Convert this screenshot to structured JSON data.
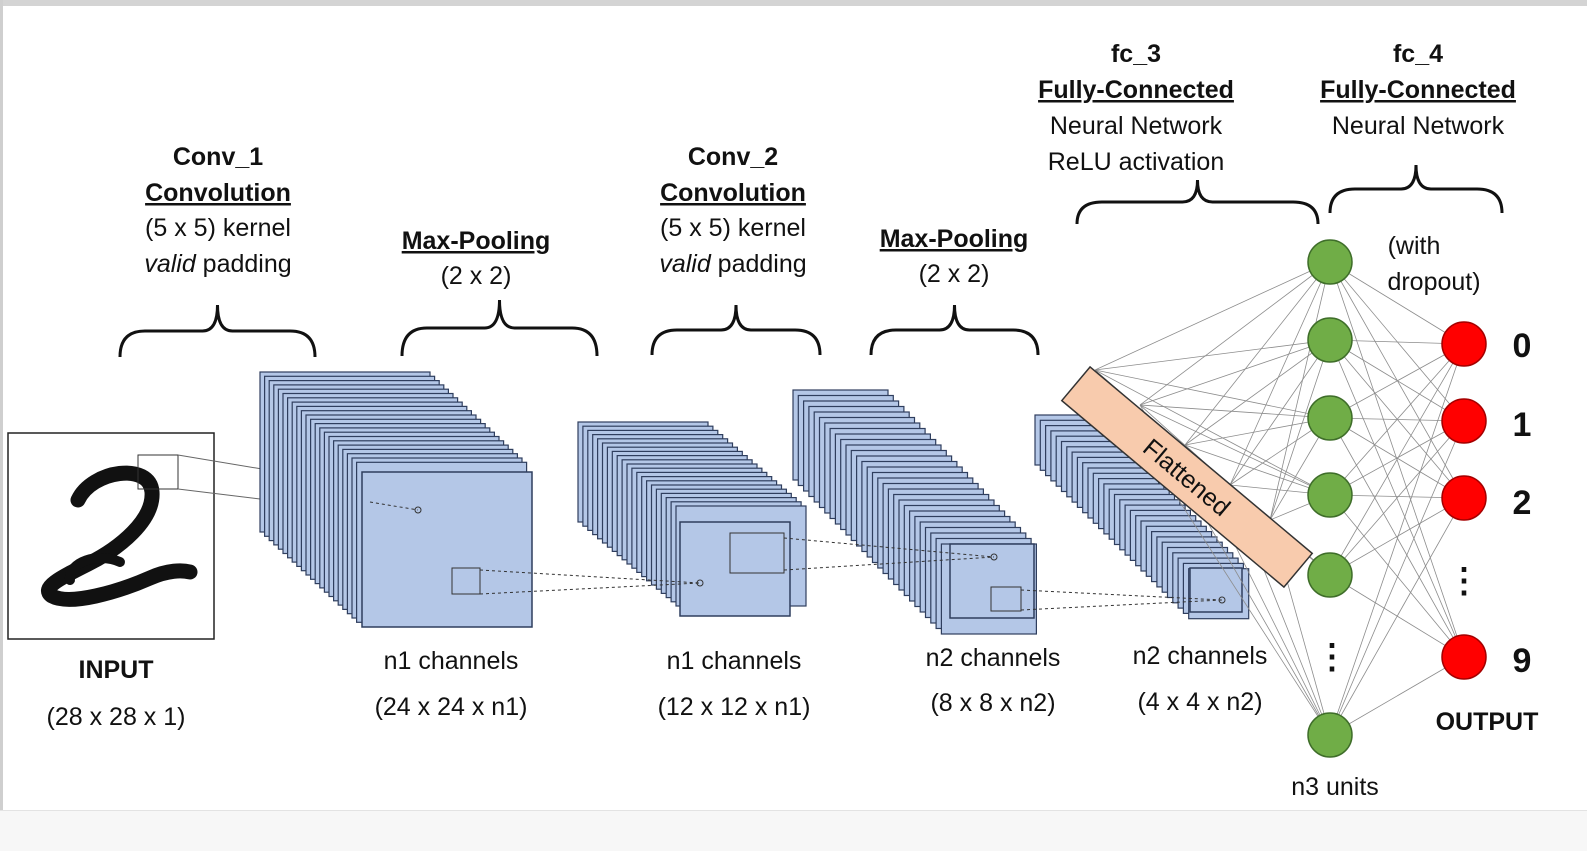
{
  "input": {
    "title": "INPUT",
    "dims": "(28 x 28 x 1)"
  },
  "conv1": {
    "name": "Conv_1",
    "op": "Convolution",
    "kernel": "(5 x 5) kernel",
    "padding_em": "valid",
    "padding_rest": " padding",
    "channels": "n1 channels",
    "dims": "(24 x 24 x n1)"
  },
  "pool1": {
    "op": "Max-Pooling",
    "size": "(2 x 2)",
    "channels": "n1 channels",
    "dims": "(12 x 12 x n1)"
  },
  "conv2": {
    "name": "Conv_2",
    "op": "Convolution",
    "kernel": "(5 x 5) kernel",
    "padding_em": "valid",
    "padding_rest": " padding",
    "channels": "n2 channels",
    "dims": "(8 x 8 x n2)"
  },
  "pool2": {
    "op": "Max-Pooling",
    "size": "(2 x 2)",
    "channels": "n2 channels",
    "dims": "(4 x 4 x n2)"
  },
  "flatten": {
    "label": "Flattened"
  },
  "fc3": {
    "name": "fc_3",
    "op": "Fully-Connected",
    "line1": "Neural Network",
    "line2": "ReLU activation",
    "units": "n3 units",
    "ellipsis": "⋮"
  },
  "fc4": {
    "name": "fc_4",
    "op": "Fully-Connected",
    "line1": "Neural Network",
    "dropout1": "(with",
    "dropout2": "dropout)"
  },
  "output": {
    "title": "OUTPUT",
    "digits": [
      "0",
      "1",
      "2",
      "9"
    ],
    "ellipsis": "⋮"
  },
  "colors": {
    "feature_map_fill": "#b4c7e7",
    "feature_map_stroke": "#2f3e5e",
    "hidden_node": "#70ad47",
    "output_node": "#ff0000",
    "flatten_fill": "#f8cbad",
    "connection": "#8c8c8c"
  }
}
